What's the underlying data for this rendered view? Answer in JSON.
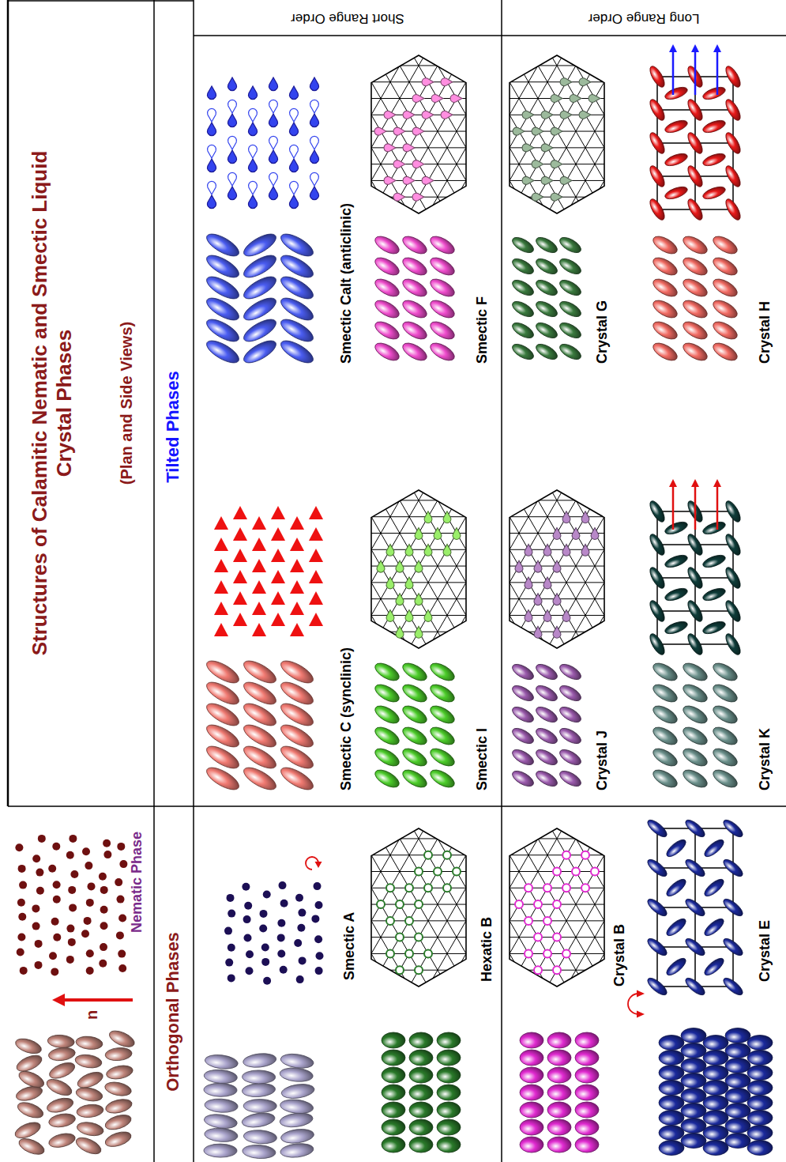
{
  "diagram": {
    "title": "Structures of Calamitic Nematic and Smectic Liquid Crystal Phases",
    "labels": [
      "(Plan and Side Views)",
      "Tilted Phases",
      "Short Range Order",
      "Long Range Order",
      "n",
      "Nematic Phase",
      "Orthogonal Phases",
      "Smectic A",
      "Hexatic B",
      "Crystal B",
      "Crystal E",
      "Smectic C (synclinic)",
      "Smectic Calt (anticlinic)",
      "Smectic I",
      "Smectic F",
      "Crystal J",
      "Crystal G",
      "Crystal K",
      "Crystal H"
    ]
  }
}
